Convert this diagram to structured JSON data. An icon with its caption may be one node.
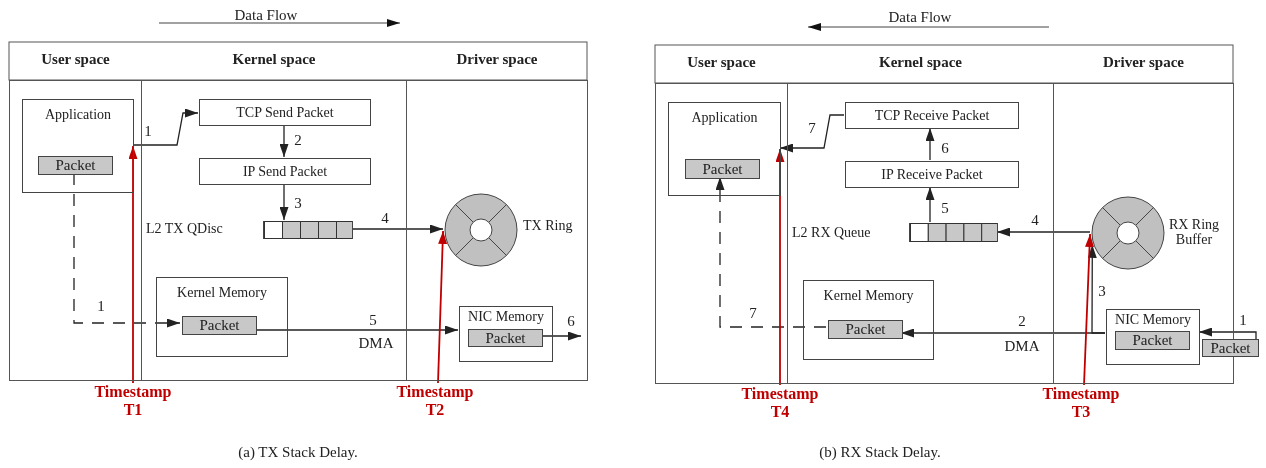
{
  "diagram": {
    "nodes": [
      {
        "text": [
          "User space"
        ]
      },
      {
        "text": [
          "Kernel space"
        ]
      },
      {
        "text": [
          "Driver space"
        ]
      },
      {
        "text": [
          "Application"
        ],
        "in": 0
      },
      {
        "text": [
          "Packet"
        ],
        "in": 3
      },
      {
        "text": [
          "TCP Send Packet"
        ],
        "in": 1
      },
      {
        "text": [
          "IP Send Packet"
        ],
        "in": 1
      },
      {
        "text": [],
        "shape": "box",
        "in": 1,
        "beside": [
          "L2 TX QDisc"
        ]
      },
      {
        "text": [
          "Kernel Memory"
        ],
        "in": 1
      },
      {
        "text": [
          "Packet"
        ],
        "in": 8
      },
      {
        "text": [],
        "shape": "circle",
        "in": 2,
        "beside": [
          "TX Ring"
        ]
      },
      {
        "text": [
          "NIC Memory"
        ],
        "in": 2
      },
      {
        "text": [
          "Packet"
        ],
        "in": 11
      },
      {
        "text": [
          "Timestamp T1"
        ]
      },
      {
        "text": [
          "Timestamp T2"
        ]
      },
      {
        "text": [
          "User space"
        ]
      },
      {
        "text": [
          "Kernel space"
        ]
      },
      {
        "text": [
          "Driver space"
        ]
      },
      {
        "text": [
          "Application"
        ],
        "in": 15
      },
      {
        "text": [
          "Packet"
        ],
        "in": 18
      },
      {
        "text": [
          "TCP Receive Packet"
        ],
        "in": 16
      },
      {
        "text": [
          "IP Receive Packet"
        ],
        "in": 16
      },
      {
        "text": [],
        "shape": "box",
        "in": 16,
        "beside": [
          "L2 RX Queue"
        ]
      },
      {
        "text": [
          "Kernel Memory"
        ],
        "in": 16
      },
      {
        "text": [
          "Packet"
        ],
        "in": 23
      },
      {
        "text": [],
        "shape": "circle",
        "in": 17,
        "beside": [
          "RX Ring Buffer"
        ]
      },
      {
        "text": [
          "NIC Memory"
        ],
        "in": 17
      },
      {
        "text": [
          "Packet"
        ],
        "in": 26
      },
      {
        "text": [
          "Packet"
        ]
      },
      {
        "text": [
          "Timestamp T4"
        ]
      },
      {
        "text": [
          "Timestamp T3"
        ]
      }
    ],
    "edges": [
      {
        "from": 3,
        "to": 5,
        "arrow": "to",
        "label": "1"
      },
      {
        "from": 5,
        "to": 6,
        "arrow": "to",
        "label": "2"
      },
      {
        "from": 6,
        "to": 7,
        "arrow": "to",
        "label": "3"
      },
      {
        "from": 7,
        "to": 10,
        "arrow": "to",
        "label": "4"
      },
      {
        "from": 4,
        "to": 9,
        "arrow": "to",
        "label": "1",
        "style": "dashed"
      },
      {
        "from": 9,
        "to": 11,
        "arrow": "to",
        "label": "5"
      },
      {
        "from": 12,
        "to": null,
        "arrow": "to",
        "label": "6"
      },
      {
        "from": 13,
        "to": 3,
        "arrow": "to",
        "color": "#c00000"
      },
      {
        "from": 14,
        "to": 10,
        "arrow": "to",
        "color": "#c00000"
      },
      {
        "from": 28,
        "to": 26,
        "arrow": "to",
        "label": "1"
      },
      {
        "from": 26,
        "to": 24,
        "arrow": "to",
        "label": "2"
      },
      {
        "from": 26,
        "to": 25,
        "arrow": "to",
        "label": "3"
      },
      {
        "from": 25,
        "to": 22,
        "arrow": "to",
        "label": "4"
      },
      {
        "from": 22,
        "to": 21,
        "arrow": "to",
        "label": "5"
      },
      {
        "from": 21,
        "to": 20,
        "arrow": "to",
        "label": "6"
      },
      {
        "from": 20,
        "to": 18,
        "arrow": "to",
        "label": "7"
      },
      {
        "from": 24,
        "to": 19,
        "arrow": "to",
        "label": "7",
        "style": "dashed"
      },
      {
        "from": 29,
        "to": 18,
        "arrow": "to",
        "color": "#c00000"
      },
      {
        "from": 30,
        "to": 25,
        "arrow": "to",
        "color": "#c00000"
      }
    ],
    "labels": [
      "Data Flow",
      "Data Flow",
      "DMA",
      "DMA",
      "(a) TX Stack Delay.",
      "(b) RX Stack Delay."
    ]
  }
}
